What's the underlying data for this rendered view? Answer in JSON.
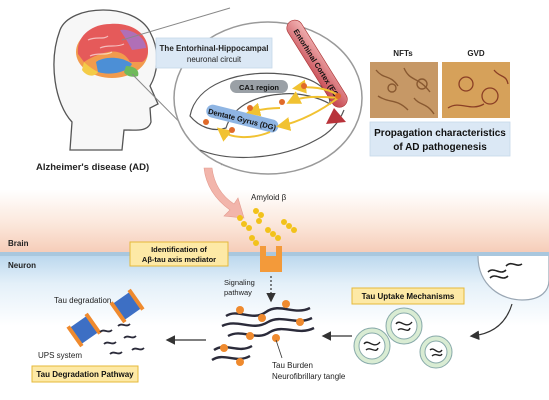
{
  "labels": {
    "disease": "Alzheimer's disease (AD)",
    "circuit_title_line1": "The Entorhinal-Hippocampal",
    "circuit_title_line2": "neuronal circuit",
    "ca1": "CA1 region",
    "dentate": "Dentate Gyrus (DG)",
    "entorhinal": "Entorhinal Cortex (EC)",
    "nfts": "NFTs",
    "gvd": "GVD",
    "propagation_line1": "Propagation characteristics",
    "propagation_line2": "of AD pathogenesis",
    "brain": "Brain",
    "neuron": "Neuron",
    "amyloid": "Amyloid β",
    "identification_line1": "Identification of",
    "identification_line2": "Aβ-tau axis mediator",
    "signaling_line1": "Signaling",
    "signaling_line2": "pathway",
    "tau_uptake": "Tau Uptake Mechanisms",
    "tau_degradation": "Tau degradation",
    "ups": "UPS system",
    "degradation_pathway": "Tau Degradation Pathway",
    "tau_burden_line1": "Tau Burden",
    "tau_burden_line2": "Neurofibrillary tangle"
  },
  "colors": {
    "highlight_box": "#fde9a6",
    "highlight_border": "#e5b93a",
    "blue_box": "#dbe8f5",
    "arrow_red": "#b8333a",
    "receptor": "#f39a3a",
    "amyloid": "#f2c21b",
    "tau_blue": "#3d6fc4",
    "tau_orange": "#ef8a2e",
    "neuron_band": "#cfe3f3",
    "brain_band": "#f7d9c8"
  }
}
